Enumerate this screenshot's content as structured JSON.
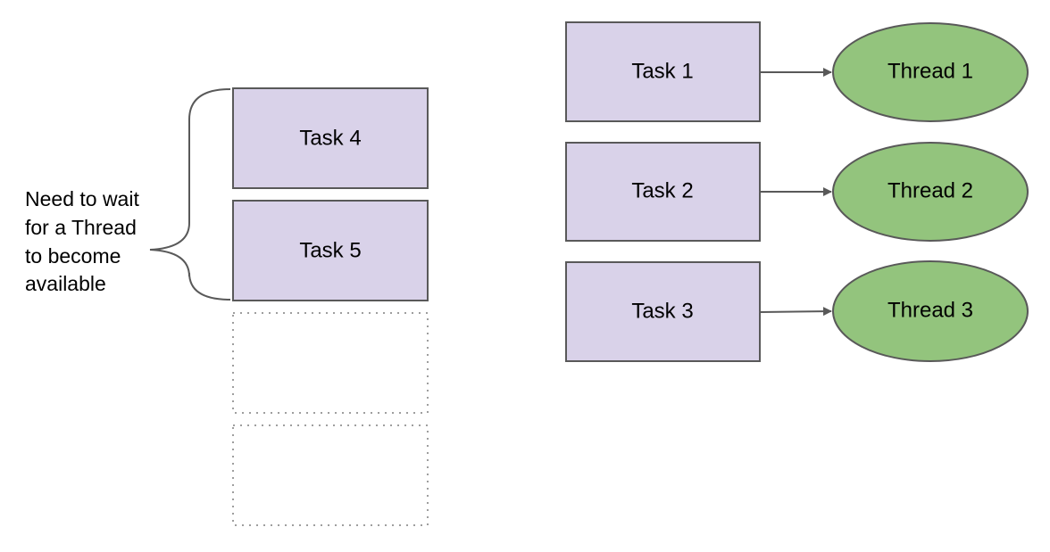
{
  "colors": {
    "task_fill": "#d9d2e9",
    "task_stroke": "#595959",
    "thread_fill": "#93c47d",
    "thread_stroke": "#595959",
    "arrow": "#595959",
    "placeholder_stroke": "#9e9e9e",
    "text": "#000000"
  },
  "active": [
    {
      "task": "Task 1",
      "thread": "Thread 1"
    },
    {
      "task": "Task 2",
      "thread": "Thread 2"
    },
    {
      "task": "Task 3",
      "thread": "Thread 3"
    }
  ],
  "queue": {
    "tasks": [
      "Task 4",
      "Task 5"
    ],
    "empty_slots": 2,
    "note_lines": [
      "Need to wait",
      "for a Thread",
      "to become",
      "available"
    ]
  }
}
